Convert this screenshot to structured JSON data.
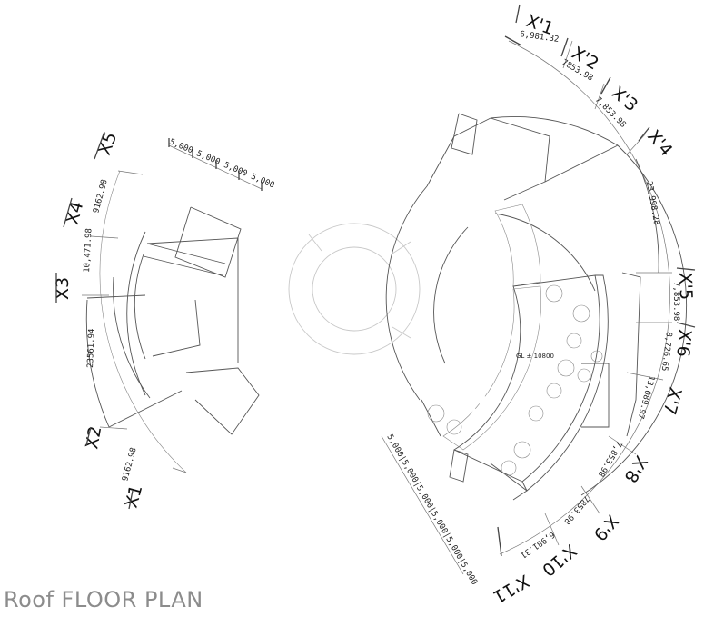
{
  "title": "Roof FLOOR PLAN",
  "left_plan": {
    "axes": [
      "X1",
      "X2",
      "X3",
      "X4",
      "X5"
    ],
    "dimensions": [
      "9162.98",
      "23561.94",
      "10,471.98",
      "9162.98"
    ],
    "scale_bar": "5,000 5,000 5,000 5,000"
  },
  "right_plan": {
    "axes": [
      "X'1",
      "X'2",
      "X'3",
      "X'4",
      "X'5",
      "X'6",
      "X'7",
      "X'8",
      "X'9",
      "X'10",
      "X'11"
    ],
    "dimensions": [
      "6,981.32",
      "7853.98",
      "7,853.98",
      "23,998.28",
      "7,853.98",
      "8,726.65",
      "13,089.97",
      "7,853.98",
      "7853.98",
      "6,981.31"
    ],
    "level_label": "GL ± 10800",
    "scale_bar": "5,000|5,000|5,000|5,000|5,000|5,000"
  },
  "colors": {
    "line": "#555555",
    "title": "#8c8c8c",
    "hatch": "#d9d9d9",
    "path": "#c4c4c4"
  }
}
